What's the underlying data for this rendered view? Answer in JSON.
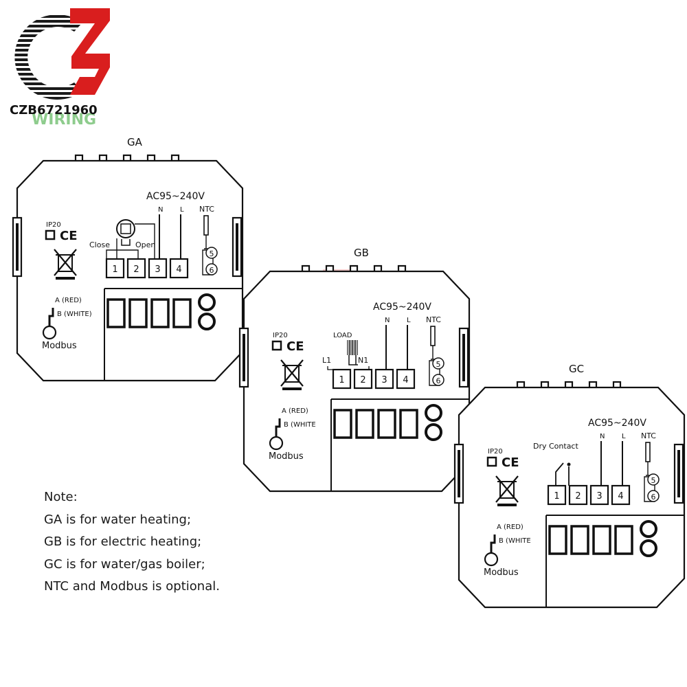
{
  "brand": {
    "name": "CZB6721960",
    "watermark_word": "WIRING",
    "color_red": "#d91e1e",
    "color_black": "#1a1a1a",
    "color_green": "#7bc47a"
  },
  "units": [
    {
      "id": "GA",
      "title": "GA",
      "power_label": "AC95~240V",
      "n_label": "N",
      "l_label": "L",
      "ntc_label": "NTC",
      "ip_label": "IP20",
      "ce_label": "CE",
      "valve_close_label": "Close",
      "valve_open_label": "Open",
      "terminals": [
        "1",
        "2",
        "3",
        "4"
      ],
      "ntc_terminals": [
        "5",
        "6"
      ],
      "modbus_a": "A (RED)",
      "modbus_b": "B (WHITE)",
      "modbus_label": "Modbus"
    },
    {
      "id": "GB",
      "title": "GB",
      "power_label": "AC95~240V",
      "n_label": "N",
      "l_label": "L",
      "ntc_label": "NTC",
      "ip_label": "IP20",
      "ce_label": "CE",
      "load_label": "LOAD",
      "l1_label": "L1",
      "n1_label": "N1",
      "terminals": [
        "1",
        "2",
        "3",
        "4"
      ],
      "ntc_terminals": [
        "5",
        "6"
      ],
      "modbus_a": "A (RED)",
      "modbus_b": "B (WHITE",
      "modbus_label": "Modbus"
    },
    {
      "id": "GC",
      "title": "GC",
      "power_label": "AC95~240V",
      "n_label": "N",
      "l_label": "L",
      "ntc_label": "NTC",
      "ip_label": "IP20",
      "ce_label": "CE",
      "dry_contact_label": "Dry Contact",
      "terminals": [
        "1",
        "2",
        "3",
        "4"
      ],
      "ntc_terminals": [
        "5",
        "6"
      ],
      "modbus_a": "A (RED)",
      "modbus_b": "B (WHITE",
      "modbus_label": "Modbus"
    }
  ],
  "notes": {
    "heading": "Note:",
    "lines": [
      "GA is for water heating;",
      "GB is for electric heating;",
      "GC is for water/gas boiler;",
      "NTC and Modbus is optional."
    ]
  }
}
